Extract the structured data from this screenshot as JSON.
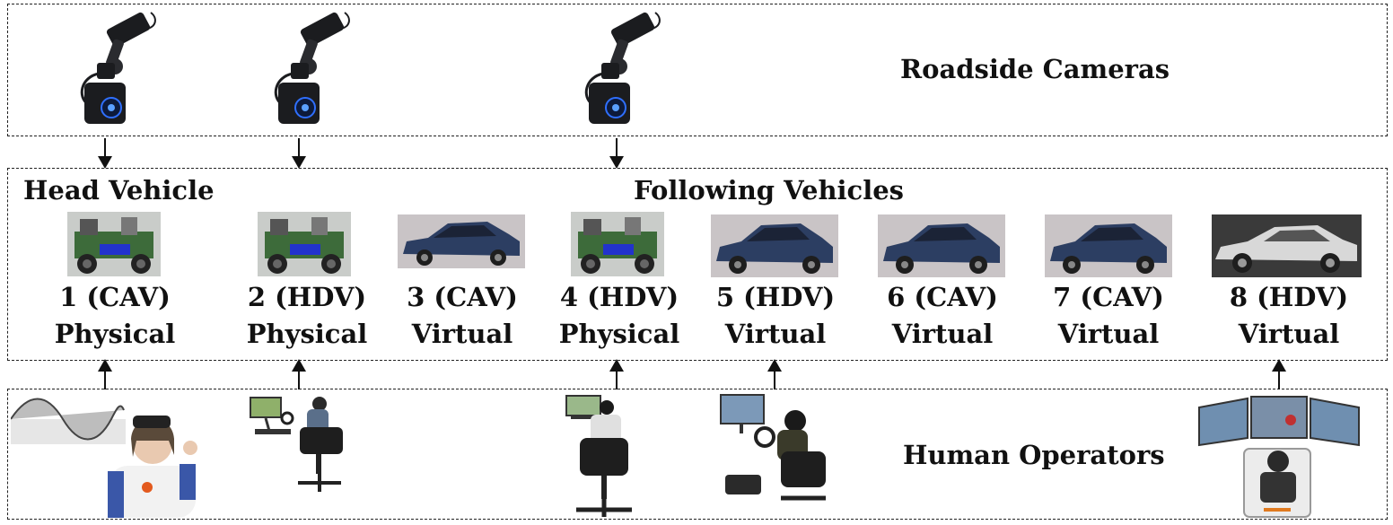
{
  "sections": {
    "roadside_cameras": "Roadside Cameras",
    "head_vehicle": "Head Vehicle",
    "following_vehicles": "Following Vehicles",
    "human_operators": "Human Operators"
  },
  "vehicles": [
    {
      "number_type": "1 (CAV)",
      "mode": "Physical",
      "image": "physical-robot-car"
    },
    {
      "number_type": "2 (HDV)",
      "mode": "Physical",
      "image": "physical-robot-car"
    },
    {
      "number_type": "3 (CAV)",
      "mode": "Virtual",
      "image": "blue-hatchback"
    },
    {
      "number_type": "4 (HDV)",
      "mode": "Physical",
      "image": "physical-robot-car"
    },
    {
      "number_type": "5 (HDV)",
      "mode": "Virtual",
      "image": "blue-hatchback"
    },
    {
      "number_type": "6 (CAV)",
      "mode": "Virtual",
      "image": "blue-hatchback"
    },
    {
      "number_type": "7 (CAV)",
      "mode": "Virtual",
      "image": "blue-hatchback"
    },
    {
      "number_type": "8 (HDV)",
      "mode": "Virtual",
      "image": "white-sedan"
    }
  ],
  "cameras": [
    {
      "attached_to_vehicle": "1"
    },
    {
      "attached_to_vehicle": "2"
    },
    {
      "attached_to_vehicle": "4"
    }
  ],
  "operators": [
    {
      "controls_vehicle": "1",
      "kind": "mixed-reality-headset-user"
    },
    {
      "controls_vehicle": "2",
      "kind": "desk-driving-simulator"
    },
    {
      "controls_vehicle": "4",
      "kind": "desk-driving-simulator"
    },
    {
      "controls_vehicle": "5",
      "kind": "desk-driving-simulator"
    },
    {
      "controls_vehicle": "8",
      "kind": "triple-screen-simulator"
    }
  ],
  "colors": {
    "border": "#222222",
    "car_blue": "#2c3e62",
    "car_white": "#d8d8d8",
    "camera_body": "#1b1c1f",
    "camera_led": "#2f6fff"
  }
}
